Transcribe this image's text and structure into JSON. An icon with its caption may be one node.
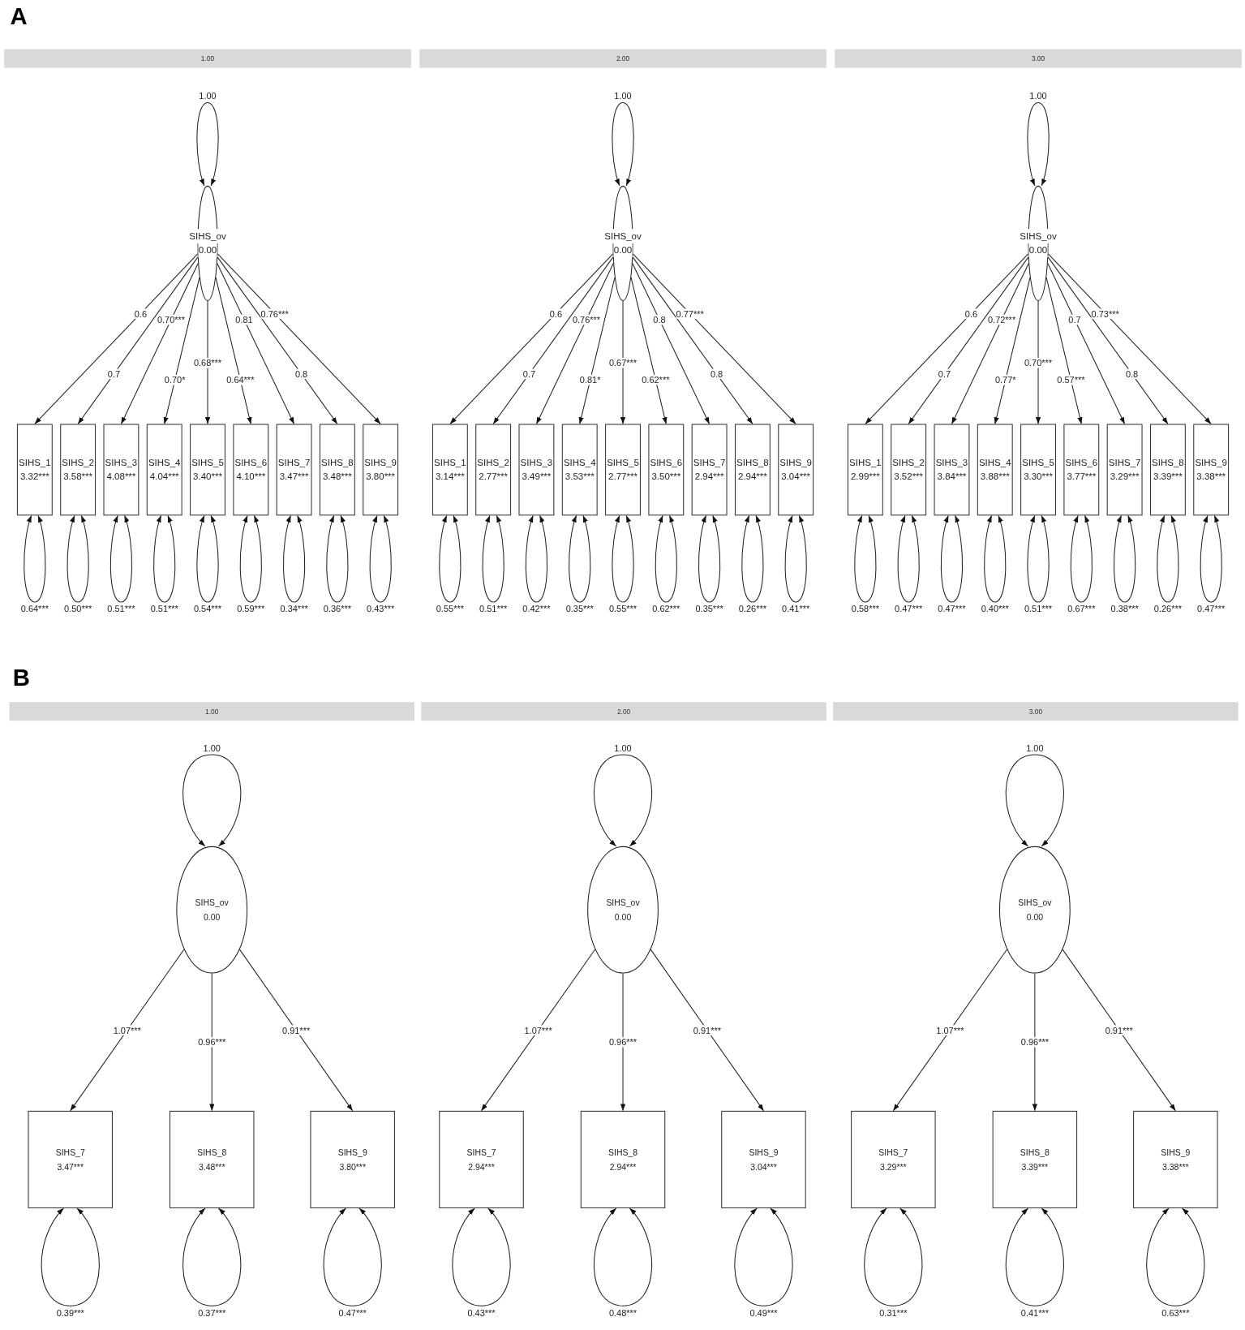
{
  "diagram": {
    "nodes": [
      {
        "text": [
          "1.00"
        ]
      },
      {
        "text": [
          "SIHS_ov",
          "0.00"
        ]
      },
      {
        "text": [
          "SIHS_1",
          "3.32***"
        ]
      },
      {
        "text": [
          "SIHS_2",
          "3.58***"
        ]
      },
      {
        "text": [
          "SIHS_3",
          "4.08***"
        ]
      },
      {
        "text": [
          "SIHS_4",
          "4.04***"
        ]
      },
      {
        "text": [
          "SIHS_5",
          "3.40***"
        ]
      },
      {
        "text": [
          "SIHS_6",
          "4.10***"
        ]
      },
      {
        "text": [
          "SIHS_7",
          "3.47***"
        ]
      },
      {
        "text": [
          "SIHS_8",
          "3.48***"
        ]
      },
      {
        "text": [
          "SIHS_9",
          "3.80***"
        ]
      },
      {
        "text": [
          "2.00"
        ]
      },
      {
        "text": [
          "SIHS_ov",
          "0.00"
        ]
      },
      {
        "text": [
          "SIHS_1",
          "3.14***"
        ]
      },
      {
        "text": [
          "SIHS_2",
          "2.77***"
        ]
      },
      {
        "text": [
          "SIHS_3",
          "3.49***"
        ]
      },
      {
        "text": [
          "SIHS_4",
          "3.53***"
        ]
      },
      {
        "text": [
          "SIHS_5",
          "2.77***"
        ]
      },
      {
        "text": [
          "SIHS_6",
          "3.50***"
        ]
      },
      {
        "text": [
          "SIHS_7",
          "2.94***"
        ]
      },
      {
        "text": [
          "SIHS_8",
          "2.94***"
        ]
      },
      {
        "text": [
          "SIHS_9",
          "3.04***"
        ]
      },
      {
        "text": [
          "3.00"
        ]
      },
      {
        "text": [
          "SIHS_ov",
          "0.00"
        ]
      },
      {
        "text": [
          "SIHS_1",
          "2.99***"
        ]
      },
      {
        "text": [
          "SIHS_2",
          "3.52***"
        ]
      },
      {
        "text": [
          "SIHS_3",
          "3.84***"
        ]
      },
      {
        "text": [
          "SIHS_4",
          "3.88***"
        ]
      },
      {
        "text": [
          "SIHS_5",
          "3.30***"
        ]
      },
      {
        "text": [
          "SIHS_6",
          "3.77***"
        ]
      },
      {
        "text": [
          "SIHS_7",
          "3.29***"
        ]
      },
      {
        "text": [
          "SIHS_8",
          "3.39***"
        ]
      },
      {
        "text": [
          "SIHS_9",
          "3.38***"
        ]
      },
      {
        "text": [
          "1.00"
        ]
      },
      {
        "text": [
          "SIHS_ov",
          "0.00"
        ]
      },
      {
        "text": [
          "SIHS_7",
          "3.47***"
        ]
      },
      {
        "text": [
          "SIHS_8",
          "3.48***"
        ]
      },
      {
        "text": [
          "SIHS_9",
          "3.80***"
        ]
      },
      {
        "text": [
          "2.00"
        ]
      },
      {
        "text": [
          "SIHS_ov",
          "0.00"
        ]
      },
      {
        "text": [
          "SIHS_7",
          "2.94***"
        ]
      },
      {
        "text": [
          "SIHS_8",
          "2.94***"
        ]
      },
      {
        "text": [
          "SIHS_9",
          "3.04***"
        ]
      },
      {
        "text": [
          "3.00"
        ]
      },
      {
        "text": [
          "SIHS_ov",
          "0.00"
        ]
      },
      {
        "text": [
          "SIHS_7",
          "3.29***"
        ]
      },
      {
        "text": [
          "SIHS_8",
          "3.39***"
        ]
      },
      {
        "text": [
          "SIHS_9",
          "3.38***"
        ]
      }
    ],
    "edges": [
      {
        "from": 1,
        "to": 1,
        "arrow": "both",
        "label": "1.00"
      },
      {
        "from": 1,
        "to": 2,
        "arrow": "to",
        "label": "0.6"
      },
      {
        "from": 1,
        "to": 3,
        "arrow": "to",
        "label": "0.7"
      },
      {
        "from": 1,
        "to": 4,
        "arrow": "to",
        "label": "0.70***"
      },
      {
        "from": 1,
        "to": 5,
        "arrow": "to",
        "label": "0.70*"
      },
      {
        "from": 1,
        "to": 6,
        "arrow": "to",
        "label": "0.68***"
      },
      {
        "from": 1,
        "to": 7,
        "arrow": "to",
        "label": "0.64***"
      },
      {
        "from": 1,
        "to": 8,
        "arrow": "to",
        "label": "0.81"
      },
      {
        "from": 1,
        "to": 9,
        "arrow": "to",
        "label": "0.8"
      },
      {
        "from": 1,
        "to": 10,
        "arrow": "to",
        "label": "0.76***"
      },
      {
        "from": 2,
        "to": 2,
        "arrow": "both",
        "label": "0.64***"
      },
      {
        "from": 3,
        "to": 3,
        "arrow": "both",
        "label": "0.50***"
      },
      {
        "from": 4,
        "to": 4,
        "arrow": "both",
        "label": "0.51***"
      },
      {
        "from": 5,
        "to": 5,
        "arrow": "both",
        "label": "0.51***"
      },
      {
        "from": 6,
        "to": 6,
        "arrow": "both",
        "label": "0.54***"
      },
      {
        "from": 7,
        "to": 7,
        "arrow": "both",
        "label": "0.59***"
      },
      {
        "from": 8,
        "to": 8,
        "arrow": "both",
        "label": "0.34***"
      },
      {
        "from": 9,
        "to": 9,
        "arrow": "both",
        "label": "0.36***"
      },
      {
        "from": 10,
        "to": 10,
        "arrow": "both",
        "label": "0.43***"
      },
      {
        "from": 12,
        "to": 12,
        "arrow": "both",
        "label": "1.00"
      },
      {
        "from": 12,
        "to": 13,
        "arrow": "to",
        "label": "0.6"
      },
      {
        "from": 12,
        "to": 14,
        "arrow": "to",
        "label": "0.7"
      },
      {
        "from": 12,
        "to": 15,
        "arrow": "to",
        "label": "0.76***"
      },
      {
        "from": 12,
        "to": 16,
        "arrow": "to",
        "label": "0.81*"
      },
      {
        "from": 12,
        "to": 17,
        "arrow": "to",
        "label": "0.67***"
      },
      {
        "from": 12,
        "to": 18,
        "arrow": "to",
        "label": "0.62***"
      },
      {
        "from": 12,
        "to": 19,
        "arrow": "to",
        "label": "0.8"
      },
      {
        "from": 12,
        "to": 20,
        "arrow": "to",
        "label": "0.8"
      },
      {
        "from": 12,
        "to": 21,
        "arrow": "to",
        "label": "0.77***"
      },
      {
        "from": 13,
        "to": 13,
        "arrow": "both",
        "label": "0.55***"
      },
      {
        "from": 14,
        "to": 14,
        "arrow": "both",
        "label": "0.51***"
      },
      {
        "from": 15,
        "to": 15,
        "arrow": "both",
        "label": "0.42***"
      },
      {
        "from": 16,
        "to": 16,
        "arrow": "both",
        "label": "0.35***"
      },
      {
        "from": 17,
        "to": 17,
        "arrow": "both",
        "label": "0.55***"
      },
      {
        "from": 18,
        "to": 18,
        "arrow": "both",
        "label": "0.62***"
      },
      {
        "from": 19,
        "to": 19,
        "arrow": "both",
        "label": "0.35***"
      },
      {
        "from": 20,
        "to": 20,
        "arrow": "both",
        "label": "0.26***"
      },
      {
        "from": 21,
        "to": 21,
        "arrow": "both",
        "label": "0.41***"
      },
      {
        "from": 23,
        "to": 23,
        "arrow": "both",
        "label": "1.00"
      },
      {
        "from": 23,
        "to": 24,
        "arrow": "to",
        "label": "0.6"
      },
      {
        "from": 23,
        "to": 25,
        "arrow": "to",
        "label": "0.7"
      },
      {
        "from": 23,
        "to": 26,
        "arrow": "to",
        "label": "0.72***"
      },
      {
        "from": 23,
        "to": 27,
        "arrow": "to",
        "label": "0.77*"
      },
      {
        "from": 23,
        "to": 28,
        "arrow": "to",
        "label": "0.70***"
      },
      {
        "from": 23,
        "to": 29,
        "arrow": "to",
        "label": "0.57***"
      },
      {
        "from": 23,
        "to": 30,
        "arrow": "to",
        "label": "0.7"
      },
      {
        "from": 23,
        "to": 31,
        "arrow": "to",
        "label": "0.8"
      },
      {
        "from": 23,
        "to": 32,
        "arrow": "to",
        "label": "0.73***"
      },
      {
        "from": 24,
        "to": 24,
        "arrow": "both",
        "label": "0.58***"
      },
      {
        "from": 25,
        "to": 25,
        "arrow": "both",
        "label": "0.47***"
      },
      {
        "from": 26,
        "to": 26,
        "arrow": "both",
        "label": "0.47***"
      },
      {
        "from": 27,
        "to": 27,
        "arrow": "both",
        "label": "0.40***"
      },
      {
        "from": 28,
        "to": 28,
        "arrow": "both",
        "label": "0.51***"
      },
      {
        "from": 29,
        "to": 29,
        "arrow": "both",
        "label": "0.67***"
      },
      {
        "from": 30,
        "to": 30,
        "arrow": "both",
        "label": "0.38***"
      },
      {
        "from": 31,
        "to": 31,
        "arrow": "both",
        "label": "0.26***"
      },
      {
        "from": 32,
        "to": 32,
        "arrow": "both",
        "label": "0.47***"
      },
      {
        "from": 34,
        "to": 34,
        "arrow": "both",
        "label": "1.00"
      },
      {
        "from": 34,
        "to": 35,
        "arrow": "to",
        "label": "1.07***"
      },
      {
        "from": 34,
        "to": 36,
        "arrow": "to",
        "label": "0.96***"
      },
      {
        "from": 34,
        "to": 37,
        "arrow": "to",
        "label": "0.91***"
      },
      {
        "from": 35,
        "to": 35,
        "arrow": "both",
        "label": "0.39***"
      },
      {
        "from": 36,
        "to": 36,
        "arrow": "both",
        "label": "0.37***"
      },
      {
        "from": 37,
        "to": 37,
        "arrow": "both",
        "label": "0.47***"
      },
      {
        "from": 39,
        "to": 39,
        "arrow": "both",
        "label": "1.00"
      },
      {
        "from": 39,
        "to": 40,
        "arrow": "to",
        "label": "1.07***"
      },
      {
        "from": 39,
        "to": 41,
        "arrow": "to",
        "label": "0.96***"
      },
      {
        "from": 39,
        "to": 42,
        "arrow": "to",
        "label": "0.91***"
      },
      {
        "from": 40,
        "to": 40,
        "arrow": "both",
        "label": "0.43***"
      },
      {
        "from": 41,
        "to": 41,
        "arrow": "both",
        "label": "0.48***"
      },
      {
        "from": 42,
        "to": 42,
        "arrow": "both",
        "label": "0.49***"
      },
      {
        "from": 44,
        "to": 44,
        "arrow": "both",
        "label": "1.00"
      },
      {
        "from": 44,
        "to": 45,
        "arrow": "to",
        "label": "1.07***"
      },
      {
        "from": 44,
        "to": 46,
        "arrow": "to",
        "label": "0.96***"
      },
      {
        "from": 44,
        "to": 47,
        "arrow": "to",
        "label": "0.91***"
      },
      {
        "from": 45,
        "to": 45,
        "arrow": "both",
        "label": "0.31***"
      },
      {
        "from": 46,
        "to": 46,
        "arrow": "both",
        "label": "0.41***"
      },
      {
        "from": 47,
        "to": 47,
        "arrow": "both",
        "label": "0.63***"
      }
    ],
    "labels": [
      "A",
      "B"
    ]
  }
}
